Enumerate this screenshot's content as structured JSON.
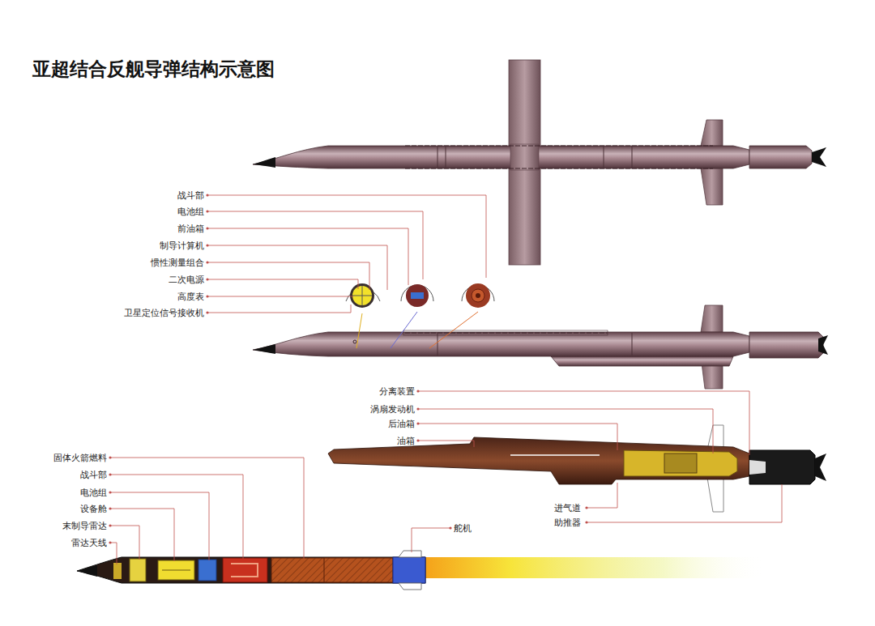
{
  "diagram": {
    "title": "亚超结合反舰导弹结构示意图",
    "labels": [
      "战斗部",
      "电池组",
      "前油箱",
      "制导计算机",
      "惯性测量组合",
      "二次电源",
      "高度表",
      "卫星定位信号接收机",
      "分离装置",
      "涡扇发动机",
      "后油箱",
      "油箱",
      "进气道",
      "助推器",
      "固体火箭燃料",
      "战斗部",
      "电池组",
      "设备舱",
      "末制导雷达",
      "雷达天线",
      "舵机"
    ]
  }
}
